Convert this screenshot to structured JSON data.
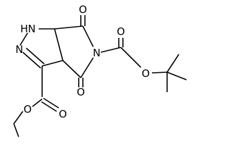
{
  "molecule": {
    "atom_labels": {
      "n_h": "N",
      "h_on_n": "H",
      "n_ring": "N",
      "o_top": "O",
      "n_imide": "N",
      "o_mid": "O",
      "o_boc_carbonyl": "O",
      "o_boc_ester": "O",
      "o_ethyl_ester": "O",
      "o_ethyl_carbonyl": "O"
    },
    "colors": {
      "bond": "#000000",
      "label": "#000000",
      "background": "#ffffff"
    }
  }
}
